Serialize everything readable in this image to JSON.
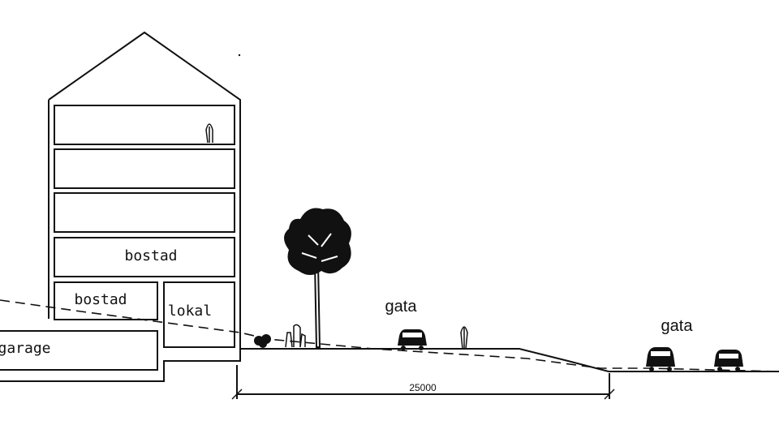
{
  "section": {
    "rooms": {
      "bostad_upper": "bostad",
      "bostad_lower": "bostad",
      "lokal": "lokal",
      "garage": "garage"
    },
    "streets": {
      "upper": "gata",
      "lower": "gata"
    },
    "dimension": {
      "value": "25000"
    }
  }
}
